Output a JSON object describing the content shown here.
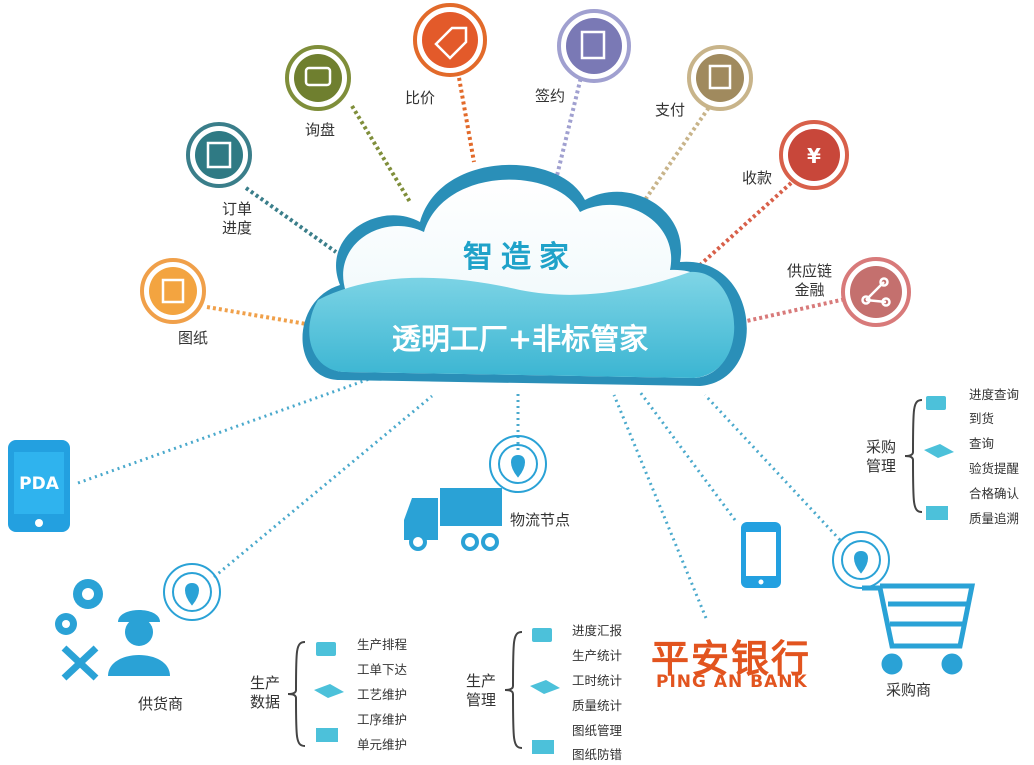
{
  "cloud": {
    "title": "智造家",
    "subtitle": "透明工厂+非标管家"
  },
  "nodes": {
    "drawings": "图纸",
    "order_progress": [
      "订单",
      "进度"
    ],
    "inquiry": "询盘",
    "compare_price": "比价",
    "contract": "签约",
    "payment": "支付",
    "collection": "收款",
    "supply_chain_finance": [
      "供应链",
      "金融"
    ]
  },
  "pda": {
    "label": "PDA"
  },
  "logistics": {
    "label": "物流节点"
  },
  "supplier": {
    "label": "供货商"
  },
  "purchaser": {
    "label": "采购商"
  },
  "bank": {
    "name_cn": "平安银行",
    "name_en": "PING AN BANK"
  },
  "production_data": {
    "title": [
      "生产",
      "数据"
    ],
    "items": [
      "生产排程",
      "工单下达",
      "工艺维护",
      "工序维护",
      "单元维护"
    ]
  },
  "production_mgmt": {
    "title": [
      "生产",
      "管理"
    ],
    "items": [
      "进度汇报",
      "生产统计",
      "工时统计",
      "质量统计",
      "图纸管理",
      "图纸防错"
    ]
  },
  "purchase_mgmt": {
    "title": [
      "采购",
      "管理"
    ],
    "items": [
      "进度查询",
      "到货",
      "查询",
      "验货提醒",
      "合格确认",
      "质量追溯"
    ]
  },
  "colors": {
    "cloud_blue": "#4cc1da",
    "title_blue": "#1fa2c9",
    "bank_orange": "#e2541f",
    "teal_dots": "#4aa9cc"
  }
}
